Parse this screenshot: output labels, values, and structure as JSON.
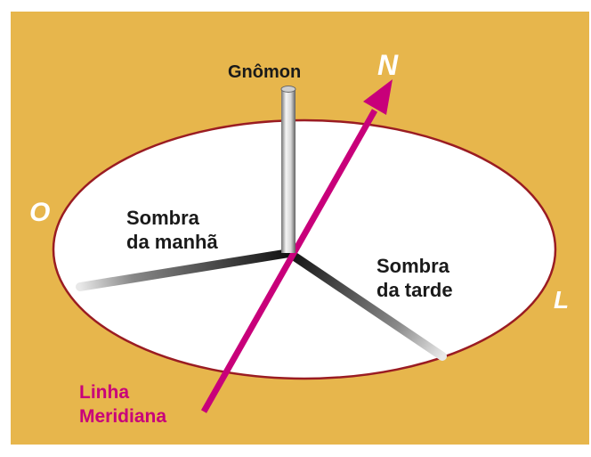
{
  "labels": {
    "gnomon": "Gnômon",
    "shadow_morning_line1": "Sombra",
    "shadow_morning_line2": "da manhã",
    "shadow_afternoon_line1": "Sombra",
    "shadow_afternoon_line2": "da tarde",
    "meridian_line1": "Linha",
    "meridian_line2": "Meridiana"
  },
  "directions": {
    "north": "N",
    "west": "O",
    "east": "L"
  },
  "colors": {
    "background": "#e7b64c",
    "plate": "#ffffff",
    "plate_border": "#9a1c22",
    "meridian": "#c8007a",
    "text": "#1a1a1a",
    "direction_text": "#ffffff"
  }
}
